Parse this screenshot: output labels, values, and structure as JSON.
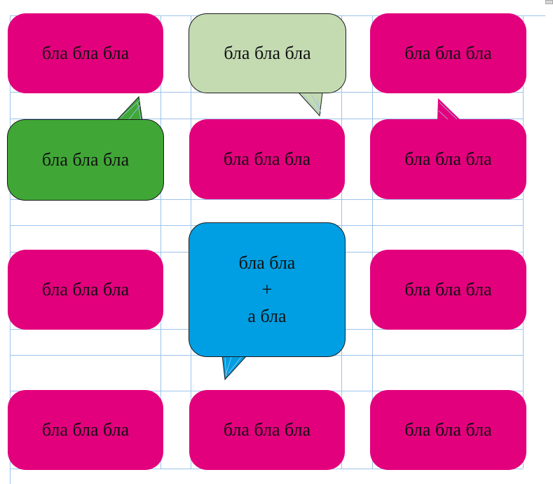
{
  "colors": {
    "pink": "#e3007d",
    "light_green": "#c4dbb2",
    "green": "#40a737",
    "blue": "#009fe3",
    "guide_lines": "#9cc3ea",
    "outline": "#1a1a1a"
  },
  "bubbles": [
    {
      "id": "r1c1",
      "label": "бла бла бла",
      "fill": "#e3007d",
      "style": "plain",
      "tail": "none"
    },
    {
      "id": "r1c2",
      "label": "бла бла бла",
      "fill": "#c4dbb2",
      "style": "speech",
      "tail": "bottom-right"
    },
    {
      "id": "r1c3",
      "label": "бла бла бла",
      "fill": "#e3007d",
      "style": "plain",
      "tail": "none"
    },
    {
      "id": "r2c1",
      "label": "бла бла бла",
      "fill": "#40a737",
      "style": "speech",
      "tail": "top-right"
    },
    {
      "id": "r2c2",
      "label": "бла бла бла",
      "fill": "#e3007d",
      "style": "plain",
      "tail": "none"
    },
    {
      "id": "r2c3",
      "label": "бла бла бла",
      "fill": "#e3007d",
      "style": "plain",
      "tail": "top-left"
    },
    {
      "id": "r3c1",
      "label": "бла бла бла",
      "fill": "#e3007d",
      "style": "plain",
      "tail": "none"
    },
    {
      "id": "r3c2",
      "label": "бла бла\n+\nа бла",
      "fill": "#009fe3",
      "style": "speech",
      "tail": "bottom-left"
    },
    {
      "id": "r3c3",
      "label": "бла бла бла",
      "fill": "#e3007d",
      "style": "plain",
      "tail": "none"
    },
    {
      "id": "r4c1",
      "label": "бла бла бла",
      "fill": "#e3007d",
      "style": "plain",
      "tail": "none"
    },
    {
      "id": "r4c2",
      "label": "бла бла бла",
      "fill": "#e3007d",
      "style": "plain",
      "tail": "none"
    },
    {
      "id": "r4c3",
      "label": "бла бла бла",
      "fill": "#e3007d",
      "style": "plain",
      "tail": "none"
    }
  ]
}
